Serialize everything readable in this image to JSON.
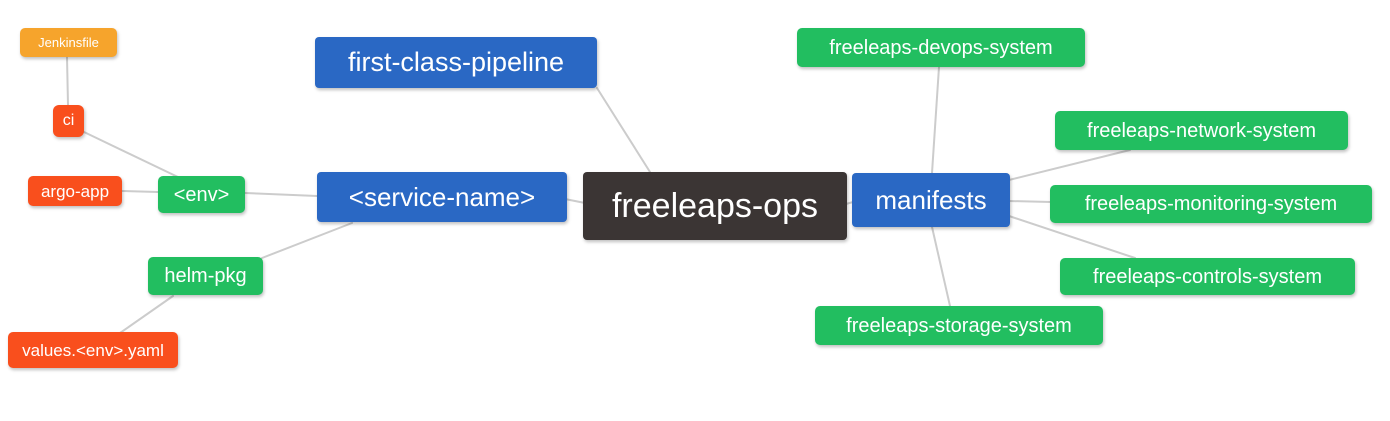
{
  "diagram": {
    "type": "mindmap",
    "root_label": "freeleaps-ops",
    "colors": {
      "branch_blue": "#2A68C4",
      "leaf_green": "#22BE60",
      "accent_orange": "#F6A42C",
      "accent_red": "#F94F1D",
      "root_dark": "#3B3534",
      "edge_gray": "#CCCCCC",
      "node_text": "#FFFFFF",
      "background": "#FFFFFF"
    },
    "nodes": [
      {
        "id": "jenkinsfile",
        "label": "Jenkinsfile",
        "color": "accent_orange"
      },
      {
        "id": "ci",
        "label": "ci",
        "color": "accent_red"
      },
      {
        "id": "argo-app",
        "label": "argo-app",
        "color": "accent_red"
      },
      {
        "id": "env",
        "label": "<env>",
        "color": "leaf_green"
      },
      {
        "id": "helm-pkg",
        "label": "helm-pkg",
        "color": "leaf_green"
      },
      {
        "id": "values-env-yaml",
        "label": "values.<env>.yaml",
        "color": "accent_red"
      },
      {
        "id": "first-class-pipeline",
        "label": "first-class-pipeline",
        "color": "branch_blue"
      },
      {
        "id": "service-name",
        "label": "<service-name>",
        "color": "branch_blue"
      },
      {
        "id": "freeleaps-ops",
        "label": "freeleaps-ops",
        "color": "root_dark"
      },
      {
        "id": "manifests",
        "label": "manifests",
        "color": "branch_blue"
      },
      {
        "id": "freeleaps-devops-system",
        "label": "freeleaps-devops-system",
        "color": "leaf_green"
      },
      {
        "id": "freeleaps-network-system",
        "label": "freeleaps-network-system",
        "color": "leaf_green"
      },
      {
        "id": "freeleaps-monitoring-system",
        "label": "freeleaps-monitoring-system",
        "color": "leaf_green"
      },
      {
        "id": "freeleaps-controls-system",
        "label": "freeleaps-controls-system",
        "color": "leaf_green"
      },
      {
        "id": "freeleaps-storage-system",
        "label": "freeleaps-storage-system",
        "color": "leaf_green"
      }
    ],
    "edges": [
      {
        "from": "jenkinsfile",
        "to": "ci"
      },
      {
        "from": "ci",
        "to": "env"
      },
      {
        "from": "argo-app",
        "to": "env"
      },
      {
        "from": "env",
        "to": "service-name"
      },
      {
        "from": "helm-pkg",
        "to": "service-name"
      },
      {
        "from": "values-env-yaml",
        "to": "helm-pkg"
      },
      {
        "from": "first-class-pipeline",
        "to": "freeleaps-ops"
      },
      {
        "from": "service-name",
        "to": "freeleaps-ops"
      },
      {
        "from": "freeleaps-ops",
        "to": "manifests"
      },
      {
        "from": "manifests",
        "to": "freeleaps-devops-system"
      },
      {
        "from": "manifests",
        "to": "freeleaps-network-system"
      },
      {
        "from": "manifests",
        "to": "freeleaps-monitoring-system"
      },
      {
        "from": "manifests",
        "to": "freeleaps-controls-system"
      },
      {
        "from": "manifests",
        "to": "freeleaps-storage-system"
      }
    ]
  }
}
